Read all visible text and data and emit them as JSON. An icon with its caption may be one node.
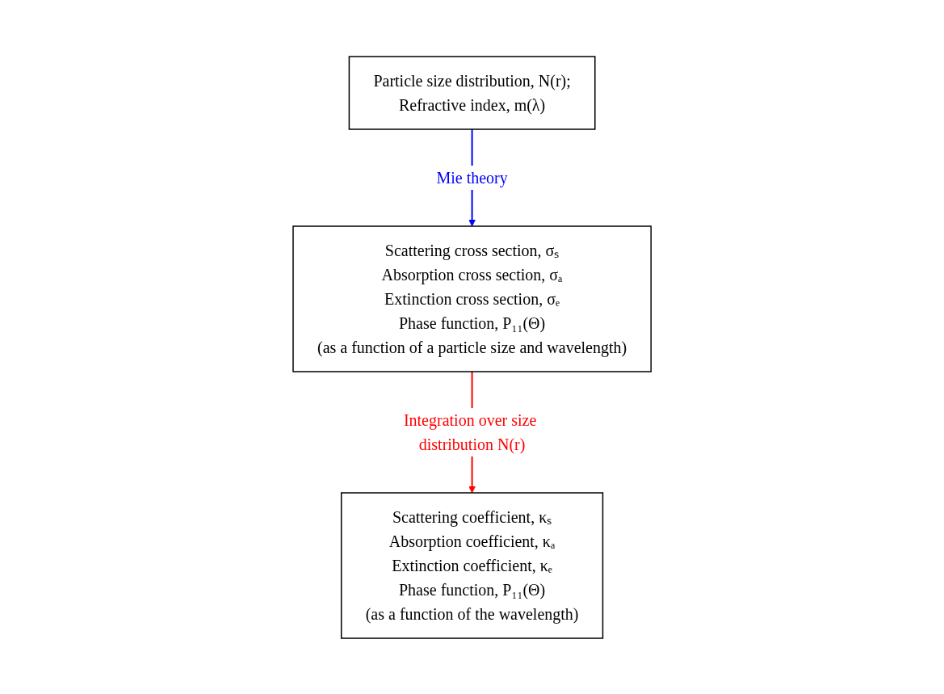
{
  "diagram": {
    "nodes": [
      {
        "text": [
          "Particle size distribution, N(r);",
          "Refractive index, m(λ)"
        ]
      },
      {
        "text": [
          "Scattering cross section, σₛ",
          "Absorption cross section, σₐ",
          "Extinction cross section, σₑ",
          "Phase function, P₁₁(Θ)",
          "(as a function of a particle size and wavelength)"
        ]
      },
      {
        "text": [
          "Scattering coefficient, κₛ",
          "Absorption coefficient, κₐ",
          "Extinction coefficient, κₑ",
          "Phase function, P₁₁(Θ)",
          "(as a function of the wavelength)"
        ]
      }
    ],
    "edges": [
      {
        "from": 0,
        "to": 1,
        "arrow": "to",
        "label": "Mie theory",
        "color": "#0000ff"
      },
      {
        "from": 1,
        "to": 2,
        "arrow": "to",
        "label": "Integration over size distribution N(r)",
        "color": "#ff0000"
      }
    ]
  }
}
